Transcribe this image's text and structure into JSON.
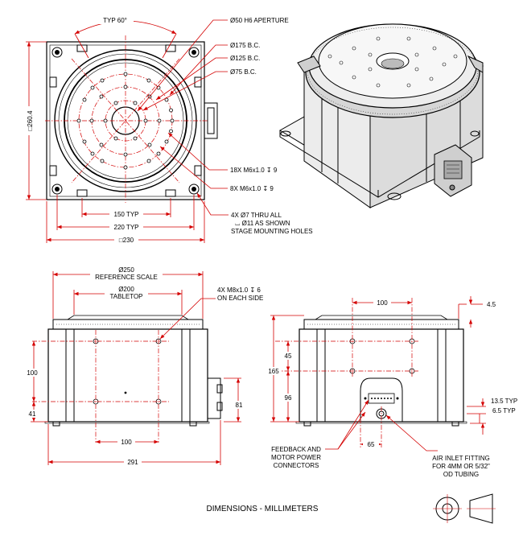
{
  "top_view": {
    "typ_angle": "TYP 60°",
    "aperture": "Ø50 H6 APERTURE",
    "bc175": "Ø175 B.C.",
    "bc125": "Ø125 B.C.",
    "bc75": "Ø75 B.C.",
    "holes_18x": "18X M6x1.0 ↧ 9",
    "holes_8x": "8X M6x1.0 ↧ 9",
    "mount_line1": "4X  Ø7 THRU ALL",
    "mount_line2": "⌴  Ø11 AS SHOWN",
    "mount_line3": "STAGE MOUNTING HOLES",
    "height_dim": "□260.4",
    "dim150": "150 TYP",
    "dim220": "220 TYP",
    "dim230": "□230"
  },
  "front_view": {
    "ref_scale_1": "Ø250",
    "ref_scale_2": "REFERENCE SCALE",
    "tabletop_1": "Ø200",
    "tabletop_2": "TABLETOP",
    "side_holes_1": "4X M8x1.0 ↧ 6",
    "side_holes_2": "ON EACH SIDE",
    "dim100v": "100",
    "dim41": "41",
    "dim81": "81",
    "dim100h": "100",
    "dim291": "291"
  },
  "side_view": {
    "dim100": "100",
    "dim4_5": "4.5",
    "dim165": "165",
    "dim45": "45",
    "dim96": "96",
    "dim13_5": "13.5 TYP",
    "dim6_5": "6.5 TYP",
    "dim65": "65",
    "feedback_1": "FEEDBACK AND",
    "feedback_2": "MOTOR POWER",
    "feedback_3": "CONNECTORS",
    "air_1": "AIR INLET FITTING",
    "air_2": "FOR 4MM OR 5/32\"",
    "air_3": "OD TUBING"
  },
  "footer": {
    "caption": "DIMENSIONS - MILLIMETERS"
  }
}
